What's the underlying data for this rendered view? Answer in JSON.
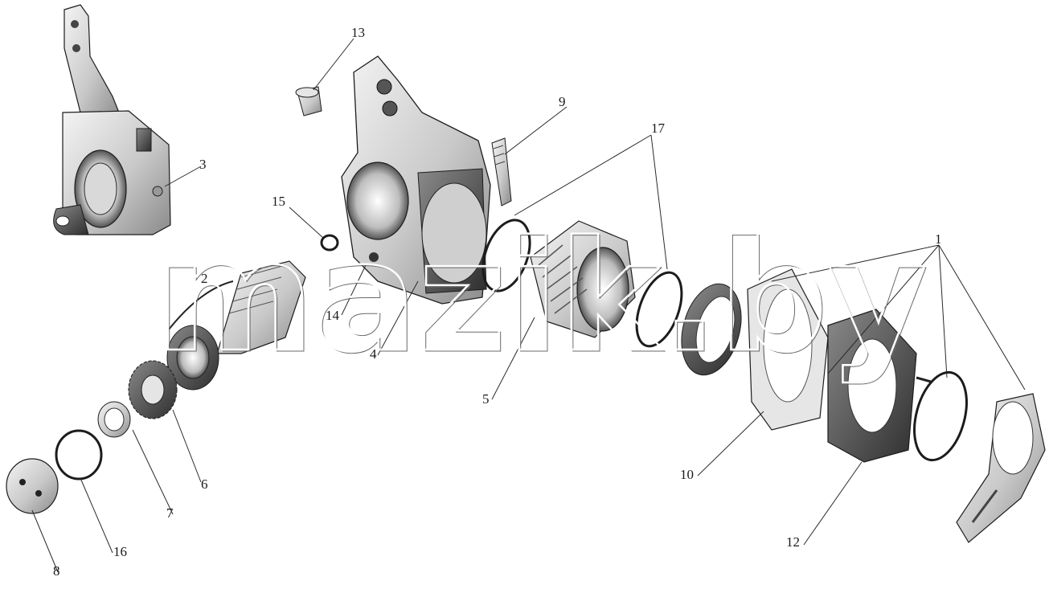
{
  "watermark": "mazik.by",
  "callouts": [
    {
      "id": "1",
      "label": "1"
    },
    {
      "id": "2",
      "label": "2"
    },
    {
      "id": "3",
      "label": "3"
    },
    {
      "id": "4",
      "label": "4"
    },
    {
      "id": "5",
      "label": "5"
    },
    {
      "id": "6",
      "label": "6"
    },
    {
      "id": "7",
      "label": "7"
    },
    {
      "id": "8",
      "label": "8"
    },
    {
      "id": "9",
      "label": "9"
    },
    {
      "id": "10",
      "label": "10"
    },
    {
      "id": "12",
      "label": "12"
    },
    {
      "id": "13",
      "label": "13"
    },
    {
      "id": "14",
      "label": "14"
    },
    {
      "id": "15",
      "label": "15"
    },
    {
      "id": "16",
      "label": "16"
    },
    {
      "id": "17",
      "label": "17"
    }
  ],
  "colors": {
    "background": "#ffffff",
    "part_light": "#e8e8e8",
    "part_mid": "#b8b8b8",
    "part_dark": "#404040",
    "outline": "#1c1c1c"
  }
}
